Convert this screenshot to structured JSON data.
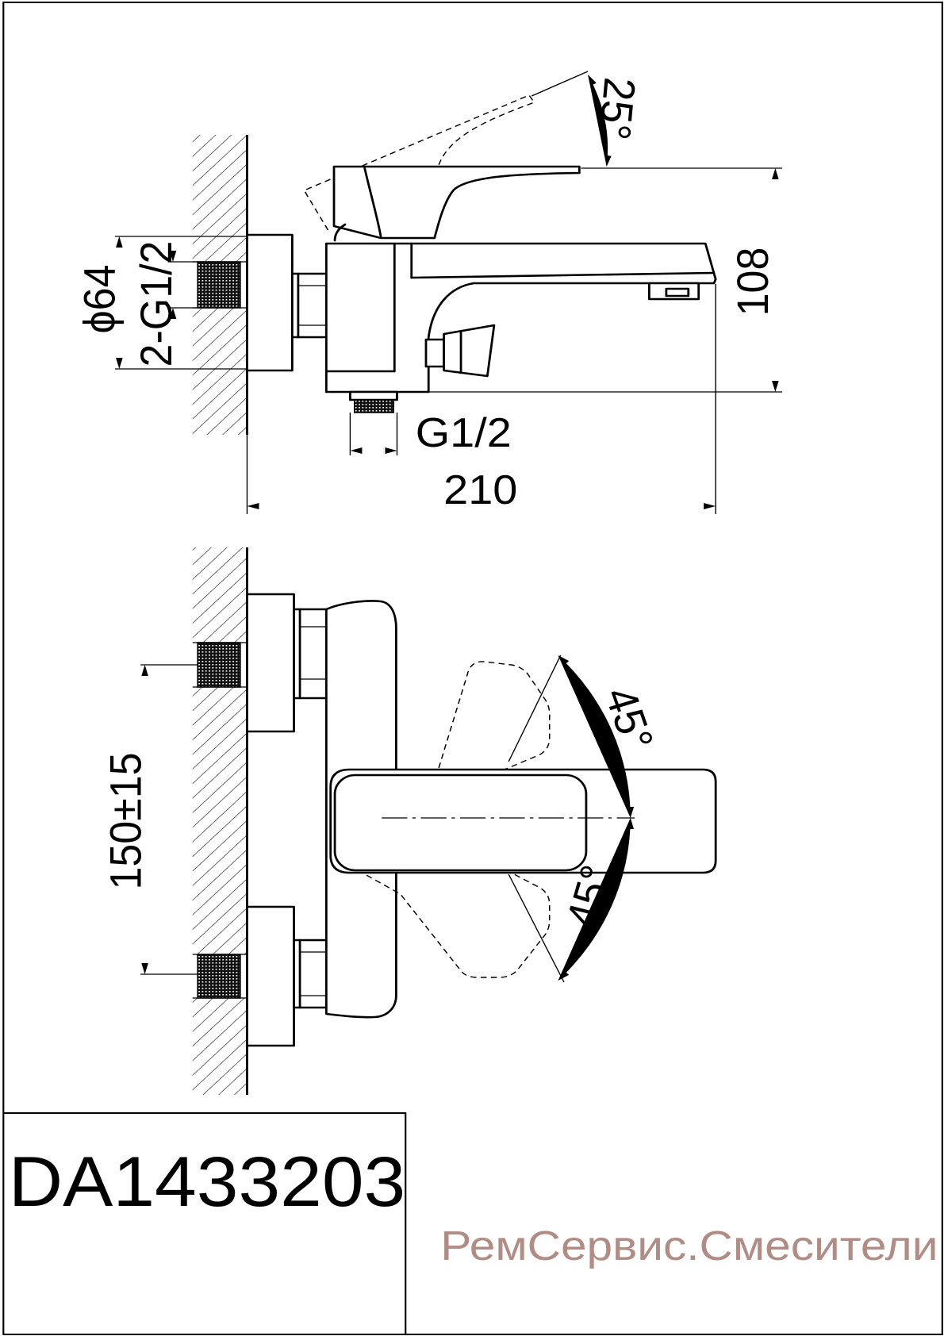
{
  "title_block": {
    "model": "DA1433203"
  },
  "watermark": {
    "text": "РемСервис.Смесители"
  },
  "side_view": {
    "lever_tilt_angle": "25°",
    "height": "108",
    "flange_diameter": "ϕ64",
    "inlet_threads": "2-G1/2",
    "outlet_thread": "G1/2",
    "overall_length": "210"
  },
  "top_view": {
    "lever_swing_upper": "45°",
    "lever_swing_lower": "45°",
    "inlet_centers": "150±15"
  },
  "colors": {
    "line": "#000000",
    "watermark": "#b08c84",
    "background": "#ffffff"
  }
}
